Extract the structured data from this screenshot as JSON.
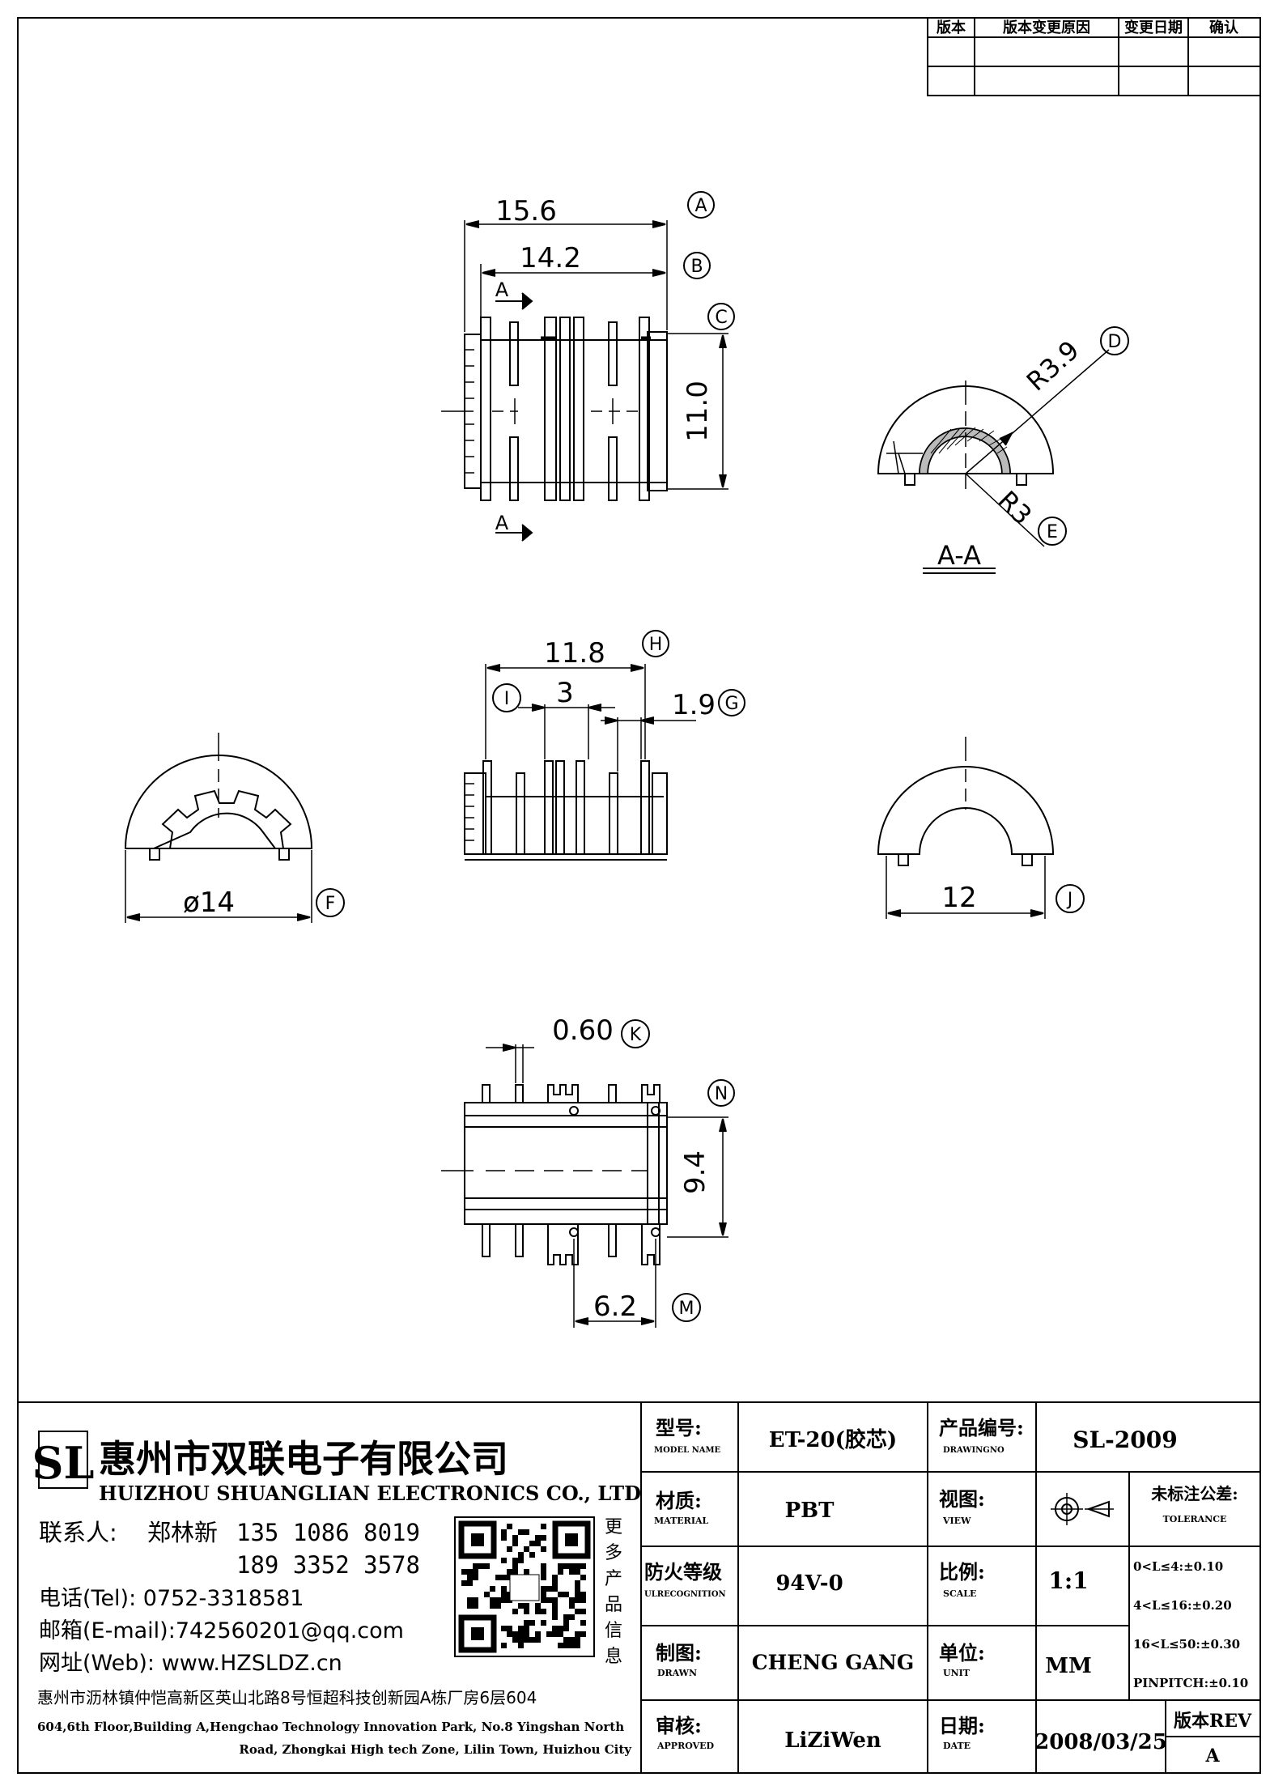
{
  "revision_table": {
    "headers": [
      "版本",
      "版本变更原因",
      "变更日期",
      "确认"
    ]
  },
  "views": {
    "top": {
      "dims": {
        "overall_width": "15.6",
        "inner_width": "14.2",
        "height": "11.0"
      },
      "callouts": {
        "overall_width": "A",
        "inner_width": "B",
        "height": "C"
      },
      "section_mark": "A"
    },
    "section": {
      "radius_outer": "R3.9",
      "radius_inner": "R3",
      "callouts": {
        "radius_outer": "D",
        "radius_inner": "E"
      },
      "title": "A-A"
    },
    "front": {
      "dims": {
        "width": "11.8",
        "pitch": "3",
        "gap": "1.9"
      },
      "callouts": {
        "width": "H",
        "pitch": "I",
        "gap": "G"
      }
    },
    "left_end": {
      "diameter": "ø14",
      "callout": "F"
    },
    "right_end": {
      "width": "12",
      "callout": "J"
    },
    "bottom": {
      "dims": {
        "thickness": "0.60",
        "height": "9.4",
        "spacing": "6.2"
      },
      "callouts": {
        "thickness": "K",
        "height": "N",
        "spacing": "M"
      }
    }
  },
  "company": {
    "logo_letters": "SL",
    "name_cn": "惠州市双联电子有限公司",
    "name_en": "HUIZHOU SHUANGLIAN ELECTRONICS CO., LTD",
    "contact_label": "联系人:",
    "contact_name": "郑林新",
    "phone1": "135 1086 8019",
    "phone2": "189 3352 3578",
    "tel": "电话(Tel): 0752-3318581",
    "email": "邮箱(E-mail):742560201@qq.com",
    "web": "网址(Web): www.HZSLDZ.cn",
    "more_info": [
      "更",
      "多",
      "产",
      "品",
      "信",
      "息"
    ],
    "address_cn": "惠州市沥林镇仲恺高新区英山北路8号恒超科技创新园A栋厂房6层604",
    "address_en1": "604,6th Floor,Building A,Hengchao Technology Innovation Park, No.8 Yingshan North",
    "address_en2": "Road, Zhongkai High tech Zone, Lilin Town, Huizhou City"
  },
  "title_block": {
    "model_label": "型号:",
    "model_label_en": "MODEL NAME",
    "model_value": "ET-20(胶芯)",
    "drawing_label": "产品编号:",
    "drawing_label_en": "DRAWINGNO",
    "drawing_value": "SL-2009",
    "material_label": "材质:",
    "material_label_en": "MATERIAL",
    "material_value": "PBT",
    "view_label": "视图:",
    "view_label_en": "VIEW",
    "tolerance_label": "未标注公差:",
    "tolerance_label_en": "TOLERANCE",
    "fire_label": "防火等级",
    "fire_label_en": "ULRECOGNITION",
    "fire_value": "94V-0",
    "scale_label": "比例:",
    "scale_label_en": "SCALE",
    "scale_value": "1:1",
    "tolerances": [
      "0<L≤4:±0.10",
      "4<L≤16:±0.20",
      "16<L≤50:±0.30",
      "PINPITCH:±0.10"
    ],
    "drawn_label": "制图:",
    "drawn_label_en": "DRAWN",
    "drawn_value": "CHENG GANG",
    "unit_label": "单位:",
    "unit_label_en": "UNIT",
    "unit_value": "MM",
    "approved_label": "审核:",
    "approved_label_en": "APPROVED",
    "approved_value": "LiZiWen",
    "date_label": "日期:",
    "date_label_en": "DATE",
    "date_value": "2008/03/25",
    "rev_label": "版本REV",
    "rev_value": "A"
  }
}
